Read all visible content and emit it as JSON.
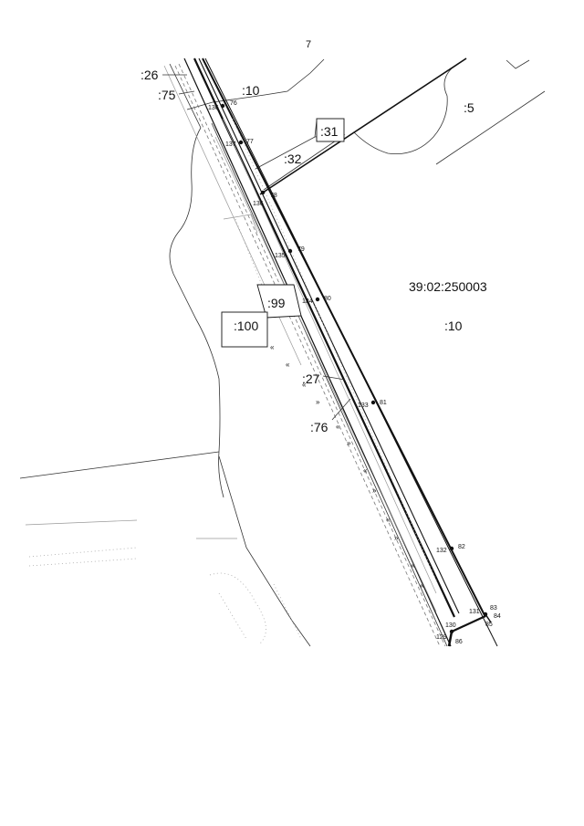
{
  "page_number": "7",
  "cadastral_block": "39:02:250003",
  "parcels": {
    "p26": ":26",
    "p75": ":75",
    "p10_top": ":10",
    "p5": ":5",
    "p31": ":31",
    "p32": ":32",
    "p99": ":99",
    "p100": ":100",
    "p27": ":27",
    "p76": ":76",
    "p10_right": ":10"
  },
  "points": {
    "n136a": "136",
    "n76": "76",
    "n137": "137",
    "n77": "77",
    "n136b": "136",
    "n78": "78",
    "n135": "135",
    "n79": "79",
    "n134": "134",
    "n80": "80",
    "n133": "133",
    "n81": "81",
    "n132": "132",
    "n82": "82",
    "n131": "131",
    "n83": "83",
    "n84": "84",
    "n85": "85",
    "n130": "130",
    "n129": "129",
    "n86": "86"
  }
}
